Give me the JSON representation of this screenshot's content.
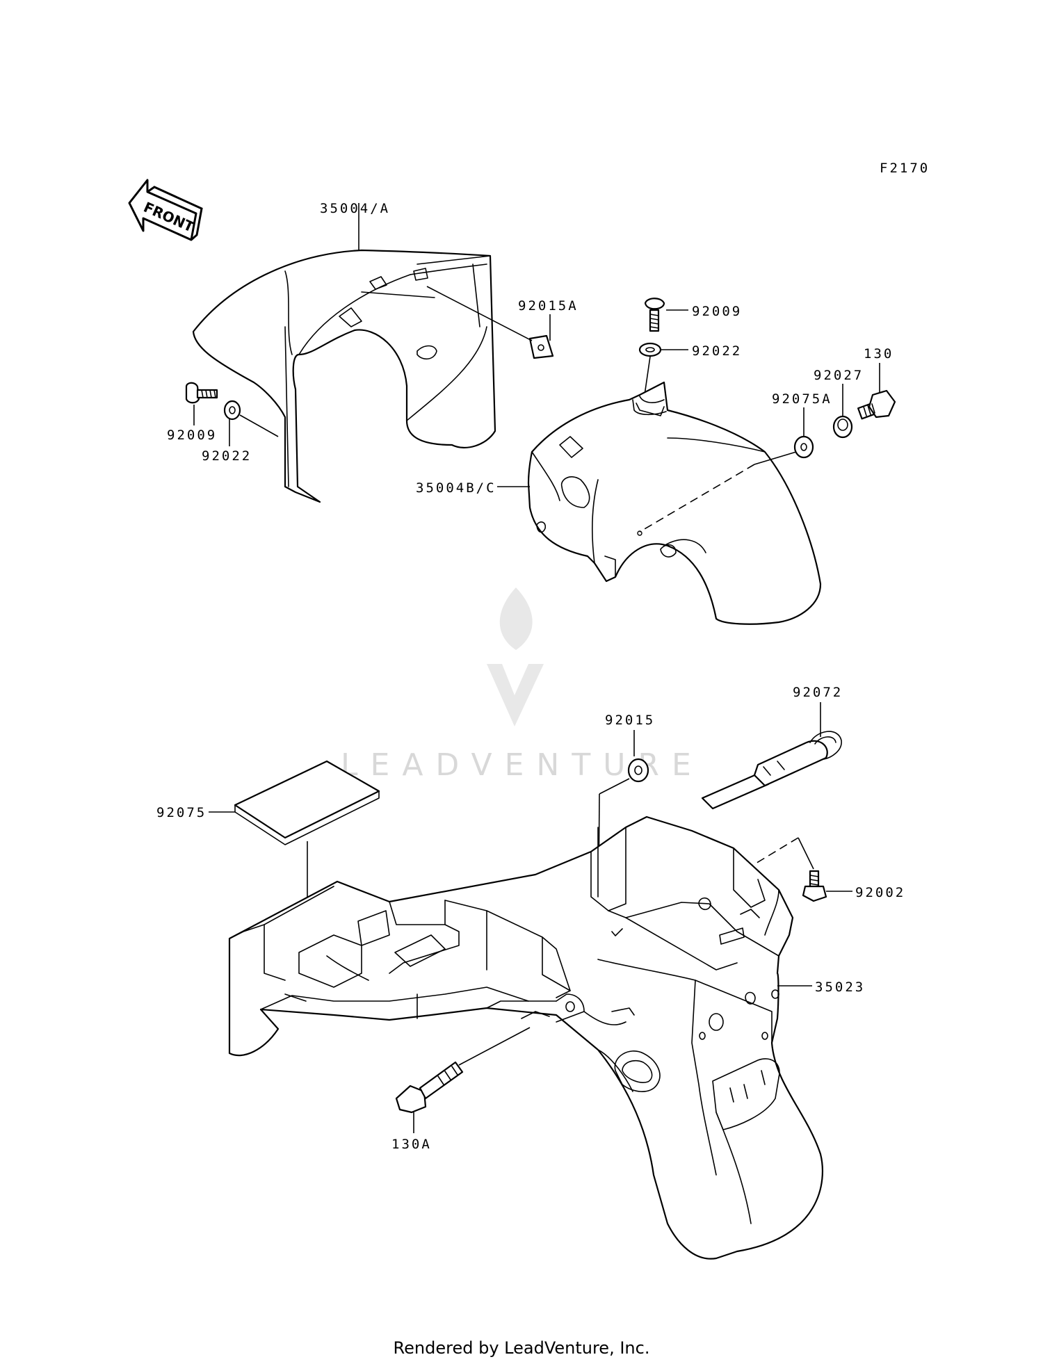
{
  "figure_code": "F2170",
  "direction_label": "FRONT",
  "watermark": "LEADVENTURE",
  "footer": "Rendered by LeadVenture, Inc.",
  "callouts": {
    "front_fender": "35004/A",
    "clip_upper": "92015A",
    "bolt_left": "92009",
    "washer_left": "92022",
    "bolt_top": "92009",
    "washer_top": "92022",
    "bolt_130": "130",
    "collar": "92027",
    "damper": "92075A",
    "inner_fender": "35004B/C",
    "strap": "92072",
    "grommet": "92015",
    "pad": "92075",
    "screw": "92002",
    "rear_fender": "35023",
    "bolt_130a": "130A"
  }
}
